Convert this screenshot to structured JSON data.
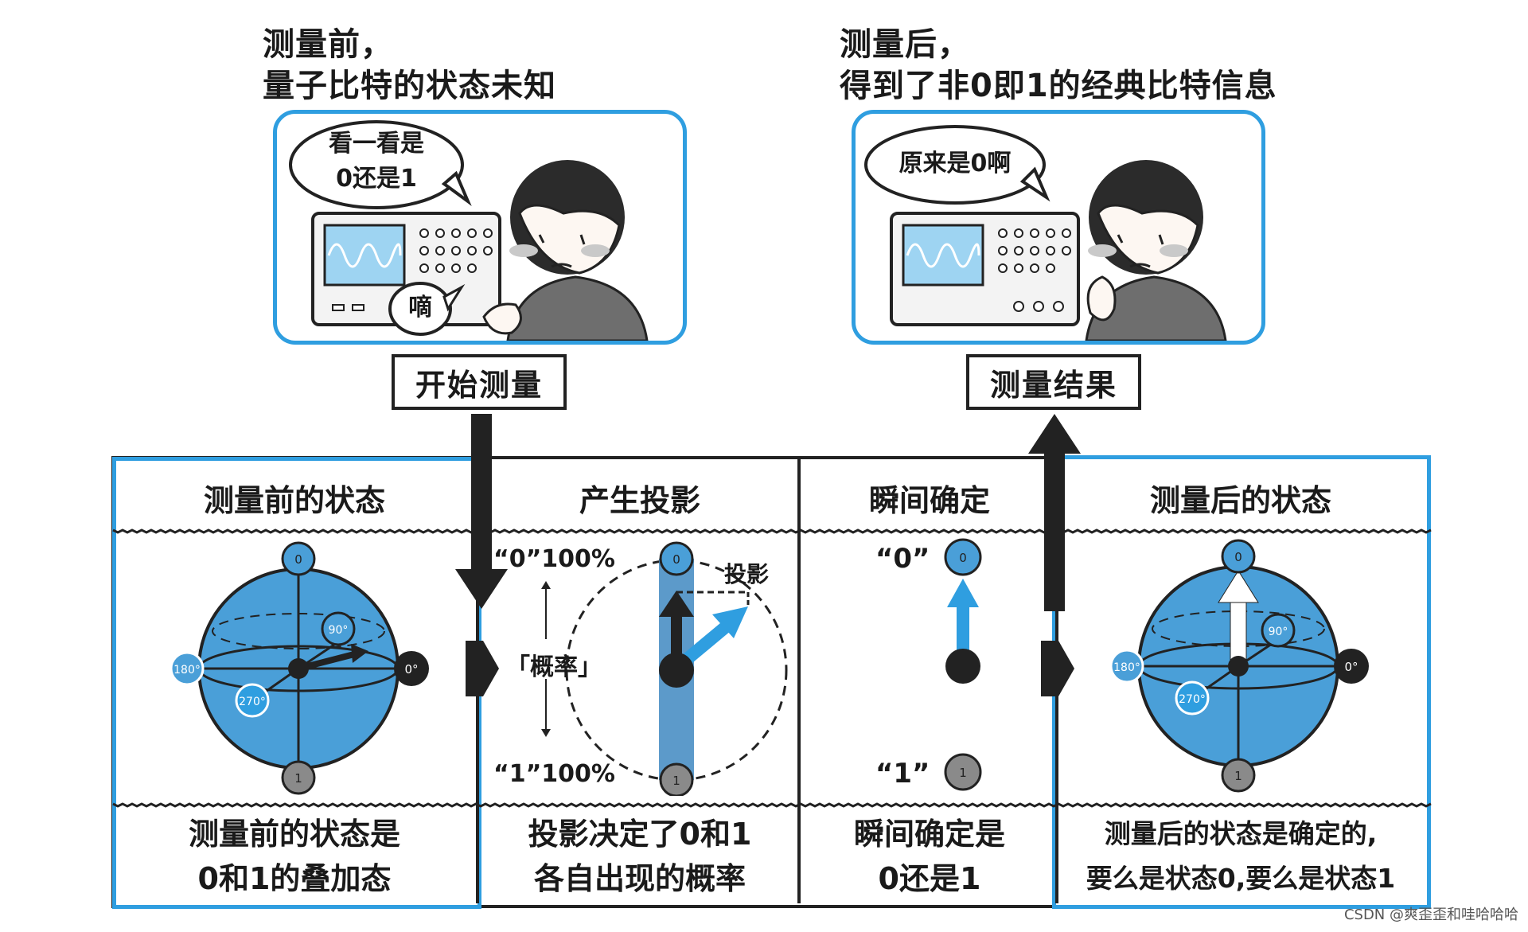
{
  "top": {
    "left_caption": [
      "测量前，",
      "量子比特的状态未知"
    ],
    "right_caption": [
      "测量后，",
      "得到了非0即1的经典比特信息"
    ],
    "left_bubble": [
      "看一看是",
      "0还是1"
    ],
    "left_small_bubble": "嘀",
    "right_bubble": "原来是0啊",
    "left_label": "开始测量",
    "right_label": "测量结果"
  },
  "panels": [
    {
      "header": "测量前的状态",
      "footer": [
        "测量前的状态是",
        "0和1的叠加态"
      ]
    },
    {
      "header": "产生投影",
      "footer": [
        "投影决定了0和1",
        "各自出现的概率"
      ]
    },
    {
      "header": "瞬间确定",
      "footer": [
        "瞬间确定是",
        "0还是1"
      ]
    },
    {
      "header": "测量后的状态",
      "footer": [
        "测量后的状态是确定的,",
        "要么是状态0,要么是状态1"
      ]
    }
  ],
  "sphere_labels": {
    "top": "0",
    "bottom": "1",
    "right": "0°",
    "left": "180°",
    "front": "270°",
    "back": "90°"
  },
  "projection": {
    "top_prob": "“0”100%",
    "bottom_prob": "“1”100%",
    "prob_label": "「概率」",
    "proj_label": "投影"
  },
  "instant": {
    "zero_label": "“0”",
    "one_label": "“1”"
  },
  "watermark": "CSDN @爽歪歪和哇哈哈哈",
  "colors": {
    "accent_blue": "#2f9ee0",
    "sphere_blue": "#4a9fd8",
    "dark": "#222222"
  }
}
